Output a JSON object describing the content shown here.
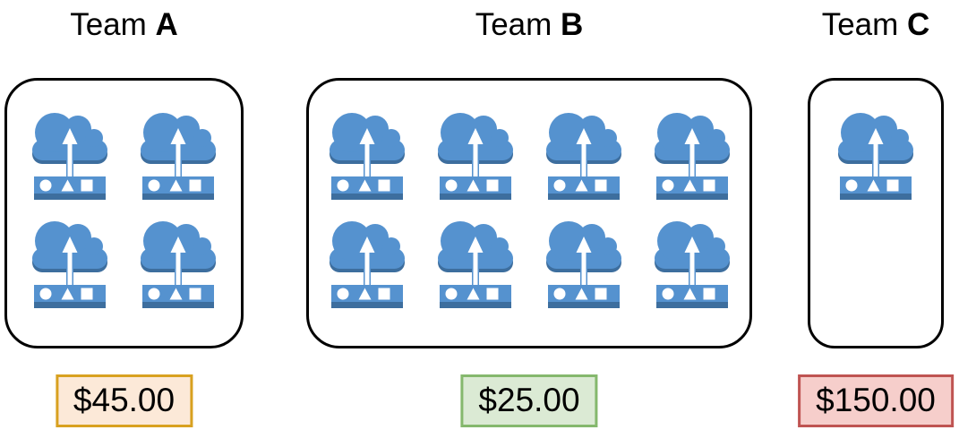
{
  "page": {
    "background": "#ffffff",
    "container_border_color": "#000000",
    "text_color": "#000000"
  },
  "icon": {
    "semantic": "cloud-upload",
    "fill": "#5592cf",
    "shadow": "#3d6e9e",
    "glyph": "#ffffff"
  },
  "teams": [
    {
      "title_prefix": "Team ",
      "title_letter": "A",
      "icon_count": 4,
      "price": "$45.00",
      "price_fill": "#fce9d8",
      "price_border": "#d8a120"
    },
    {
      "title_prefix": "Team ",
      "title_letter": "B",
      "icon_count": 8,
      "price": "$25.00",
      "price_fill": "#dbead4",
      "price_border": "#85b86d"
    },
    {
      "title_prefix": "Team ",
      "title_letter": "C",
      "icon_count": 1,
      "price": "$150.00",
      "price_fill": "#f6cecb",
      "price_border": "#bf5452"
    }
  ]
}
